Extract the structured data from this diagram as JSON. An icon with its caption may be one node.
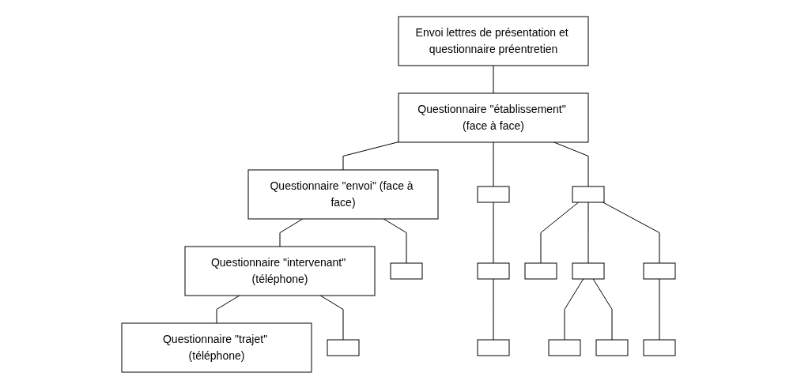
{
  "diagram": {
    "nodes": [
      {
        "text": [
          "Envoi lettres de présentation et questionnaire préentretien"
        ]
      },
      {
        "text": [
          "Questionnaire \"établissement\" (face à face)"
        ]
      },
      {
        "text": [
          "Questionnaire \"envoi\" (face à face)"
        ]
      },
      {
        "text": [],
        "shape": "box"
      },
      {
        "text": [],
        "shape": "box"
      },
      {
        "text": [
          "Questionnaire \"intervenant\" (téléphone)"
        ]
      },
      {
        "text": [],
        "shape": "box"
      },
      {
        "text": [],
        "shape": "box"
      },
      {
        "text": [],
        "shape": "box"
      },
      {
        "text": [],
        "shape": "box"
      },
      {
        "text": [],
        "shape": "box"
      },
      {
        "text": [
          "Questionnaire \"trajet\" (téléphone)"
        ]
      },
      {
        "text": [],
        "shape": "box"
      },
      {
        "text": [],
        "shape": "box"
      },
      {
        "text": [],
        "shape": "box"
      },
      {
        "text": [],
        "shape": "box"
      },
      {
        "text": [],
        "shape": "box"
      }
    ],
    "edges": [
      {
        "from": 0,
        "to": 1,
        "arrow": "none"
      },
      {
        "from": 1,
        "to": 2,
        "arrow": "none"
      },
      {
        "from": 1,
        "to": 3,
        "arrow": "none"
      },
      {
        "from": 1,
        "to": 4,
        "arrow": "none"
      },
      {
        "from": 2,
        "to": 5,
        "arrow": "none"
      },
      {
        "from": 2,
        "to": 6,
        "arrow": "none"
      },
      {
        "from": 3,
        "to": 7,
        "arrow": "none"
      },
      {
        "from": 4,
        "to": 8,
        "arrow": "none"
      },
      {
        "from": 4,
        "to": 9,
        "arrow": "none"
      },
      {
        "from": 4,
        "to": 10,
        "arrow": "none"
      },
      {
        "from": 5,
        "to": 11,
        "arrow": "none"
      },
      {
        "from": 5,
        "to": 12,
        "arrow": "none"
      },
      {
        "from": 7,
        "to": 13,
        "arrow": "none"
      },
      {
        "from": 9,
        "to": 14,
        "arrow": "none"
      },
      {
        "from": 9,
        "to": 15,
        "arrow": "none"
      },
      {
        "from": 10,
        "to": 16,
        "arrow": "none"
      }
    ]
  }
}
